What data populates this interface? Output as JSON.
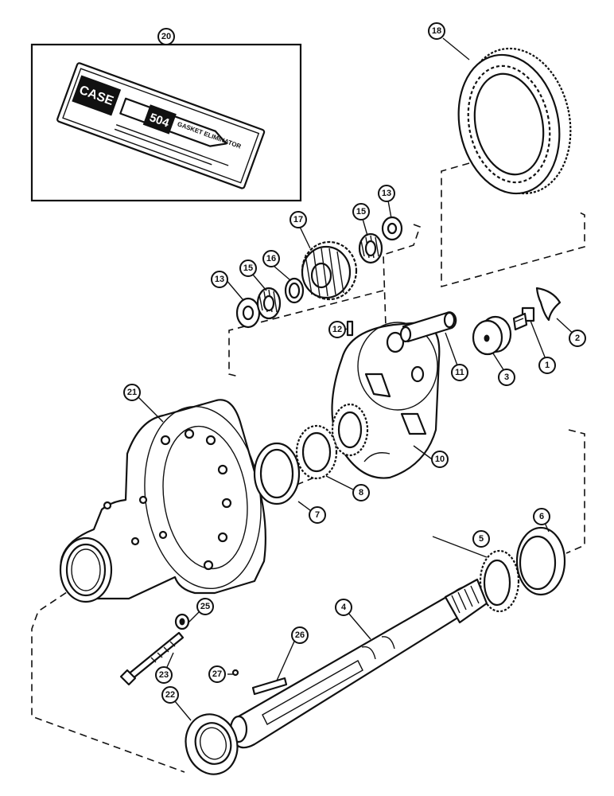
{
  "callouts": {
    "c1": "1",
    "c2": "2",
    "c3": "3",
    "c4": "4",
    "c5": "5",
    "c6": "6",
    "c7": "7",
    "c8": "8",
    "c10": "10",
    "c11": "11",
    "c12": "12",
    "c13a": "13",
    "c13b": "13",
    "c15a": "15",
    "c15b": "15",
    "c16": "16",
    "c17": "17",
    "c18": "18",
    "c20": "20",
    "c21": "21",
    "c22": "22",
    "c23": "23",
    "c25": "25",
    "c26": "26",
    "c27": "27"
  },
  "package": {
    "brand": "CASE",
    "product_number": "504",
    "product_name": "GASKET ELIMINATOR"
  },
  "colors": {
    "ink": "#111111",
    "paper": "#ffffff"
  }
}
